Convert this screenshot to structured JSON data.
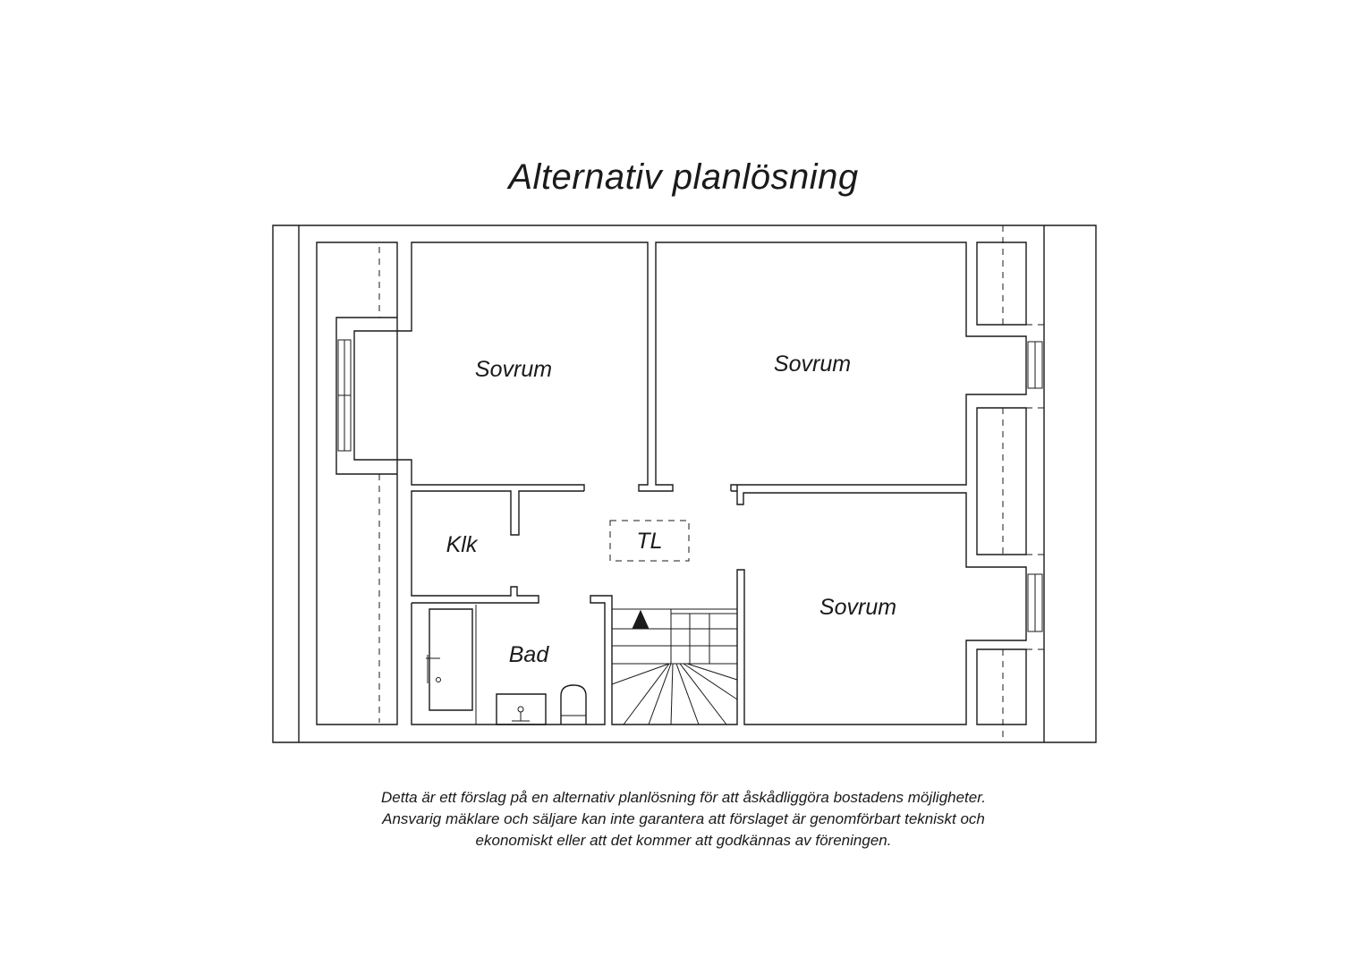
{
  "title": "Alternativ planlösning",
  "rooms": {
    "bedroom_top_left": "Sovrum",
    "bedroom_top_right": "Sovrum",
    "bedroom_bottom_right": "Sovrum",
    "closet": "Klk",
    "bathroom": "Bad",
    "laundry": "TL"
  },
  "disclaimer": {
    "line1": "Detta är ett förslag på en alternativ planlösning för att åskådliggöra bostadens möjligheter.",
    "line2": "Ansvarig mäklare och säljare kan inte garantera att förslaget är genomförbart tekniskt och",
    "line3": "ekonomiskt eller att det kommer att godkännas av föreningen."
  },
  "colors": {
    "line": "#1a1a1a",
    "background": "#ffffff"
  }
}
